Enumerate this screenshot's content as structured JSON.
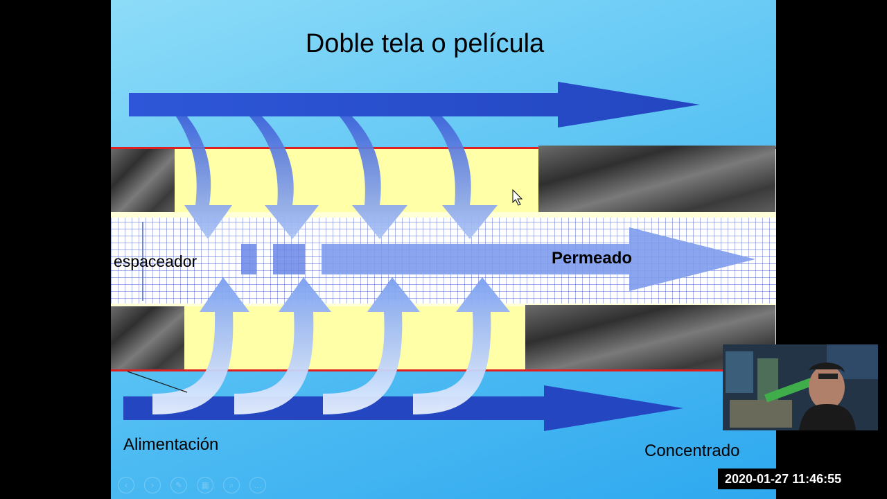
{
  "slide": {
    "title": "Doble tela o película",
    "labels": {
      "spacer": "espaceador",
      "permeate": "Permeado",
      "feed": "Alimentación",
      "concentrate": "Concentrado"
    },
    "colors": {
      "background_light": "#8ddcf8",
      "background_dark": "#2ea8ef",
      "flow_arrow": "#2a4fd0",
      "membrane_yellow": "#ffffa8",
      "membrane_edge": "#e02020",
      "mesh": "#4a60d0"
    }
  },
  "player_controls": [
    "back-icon",
    "play-icon",
    "pen-icon",
    "slides-icon",
    "zoom-icon",
    "more-icon"
  ],
  "webcam": {
    "description_icon": "presenter-webcam"
  },
  "timestamp": "2020-01-27  11:46:55"
}
